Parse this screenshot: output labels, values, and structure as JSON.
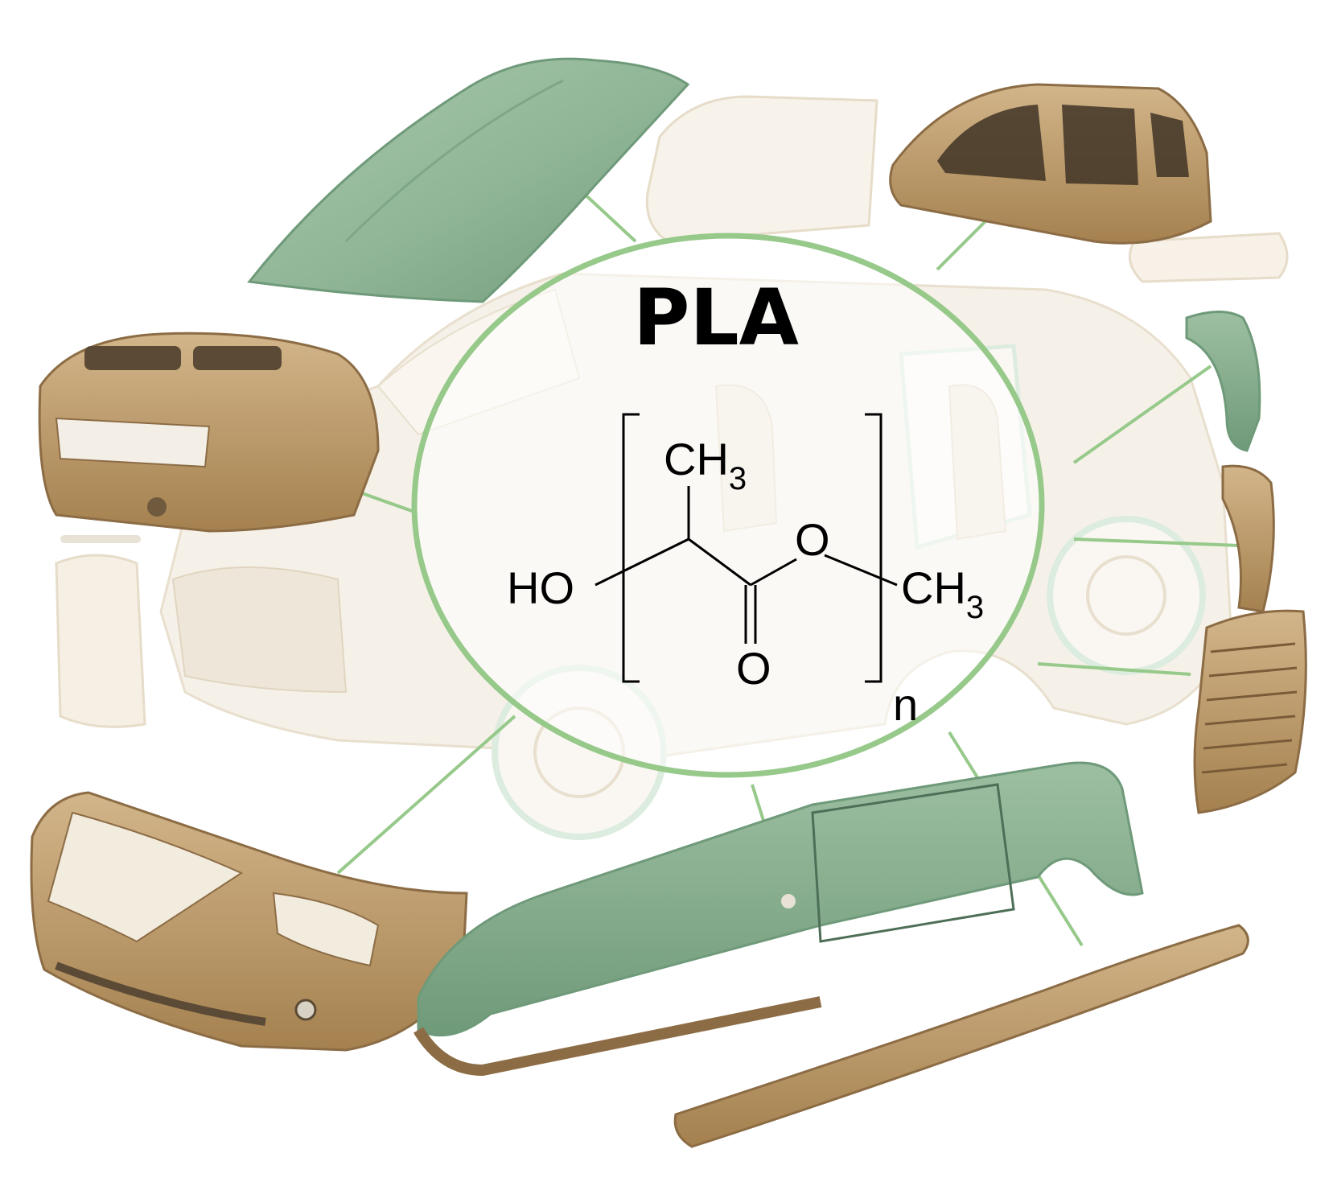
{
  "title": "PLA",
  "formula": {
    "methyl_top": "CH",
    "methyl_top_sub": "3",
    "hydroxyl": "HO",
    "ester_oxygen": "O",
    "carbonyl_oxygen": "O",
    "methyl_end": "CH",
    "methyl_end_sub": "3",
    "repeat_n": "n"
  },
  "colors": {
    "ring": "#96c98a",
    "leader": "#96c98a",
    "green_part": "#8fb596",
    "green_dark": "#6f9a7a",
    "tan_part": "#b9976a",
    "tan_dark": "#8c6c45",
    "ghost": "#f3ece0",
    "ghost_line": "#e6dcc9",
    "ghost_green": "#d9eadb"
  }
}
